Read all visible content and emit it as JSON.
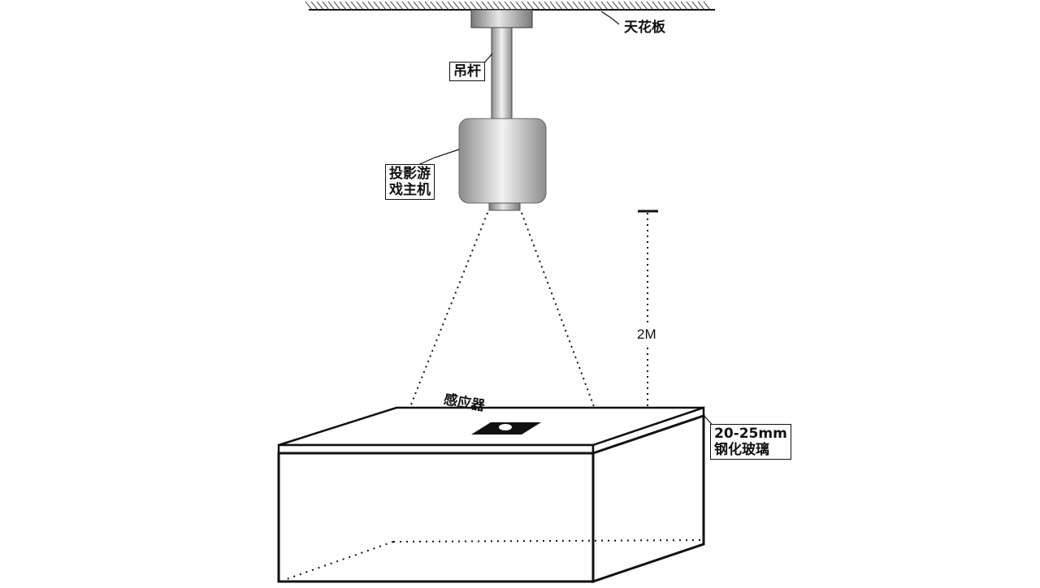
{
  "labels": {
    "ceiling": "天花板",
    "rod": "吊杆",
    "projector_line1": "投影游",
    "projector_line2": "戏主机",
    "height": "2M",
    "sensor": "感应器",
    "glass_line1": "20-25mm",
    "glass_line2": "钢化玻璃"
  },
  "colors": {
    "line": "#111111",
    "hatch": "#333333",
    "device_dark": "#8c8c8c",
    "device_light": "#f2f2f2"
  }
}
